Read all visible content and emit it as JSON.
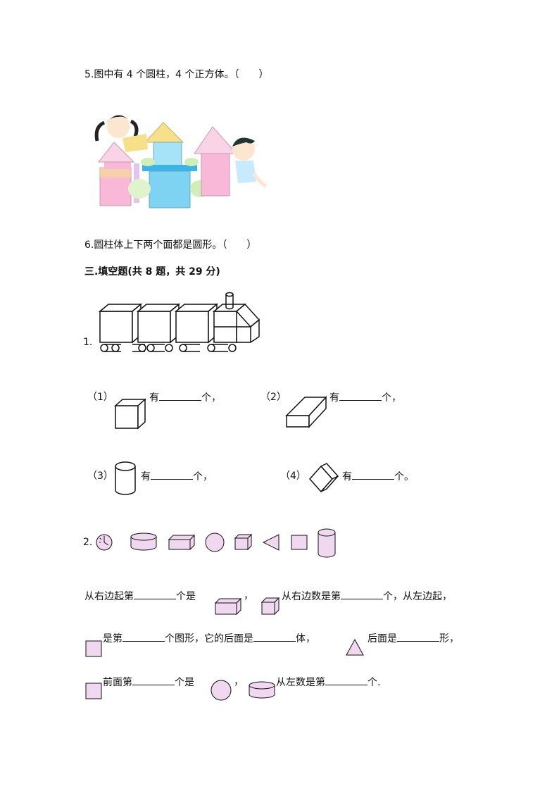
{
  "q5": {
    "text": "5.图中有 4 个圆柱，4 个正方体。（　　）"
  },
  "q6": {
    "text": "6.圆柱体上下两个面都是圆形。（　　）"
  },
  "section3": {
    "title": "三.填空题(共 8 题，共 29 分)"
  },
  "fill1": {
    "number": "1.",
    "items": [
      {
        "label": "（1）",
        "prefix": "有",
        "suffix": "个，"
      },
      {
        "label": "（2）",
        "prefix": "有",
        "suffix": "个，"
      },
      {
        "label": "（3）",
        "prefix": "有",
        "suffix": "个，"
      },
      {
        "label": "（4）",
        "prefix": "有",
        "suffix": "个。"
      }
    ]
  },
  "fill2": {
    "number": "2.",
    "line1": {
      "a": "从右边起第",
      "b": "个是",
      "c": "，",
      "d": "从右边数是第",
      "e": "个，从左边起，"
    },
    "line2": {
      "a": "是第",
      "b": "个图形，它的后面是",
      "c": "体，",
      "d": "后面是",
      "e": "形，"
    },
    "line3": {
      "a": "前面第",
      "b": "个是",
      "c": "，",
      "d": "从左数是第",
      "e": "个."
    }
  },
  "colors": {
    "shape_fill": "#f0d8f0",
    "pink": "#f9b8d8",
    "blue": "#7fd3f2",
    "yellow": "#f7e08a",
    "green": "#cfeeb8"
  }
}
